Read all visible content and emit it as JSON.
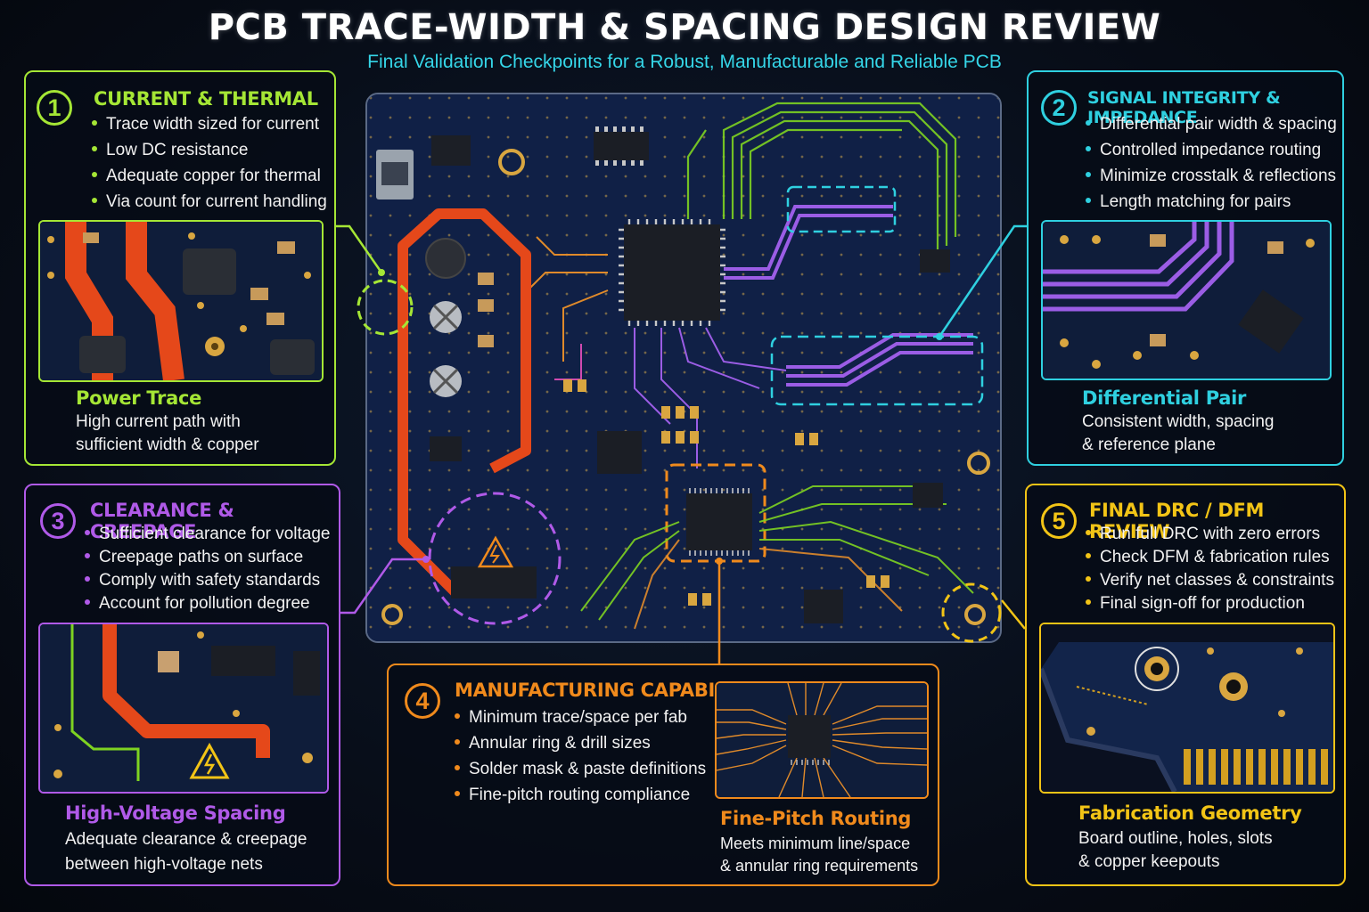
{
  "header": {
    "title": "PCB TRACE-WIDTH & SPACING DESIGN REVIEW",
    "subtitle": "Final Validation Checkpoints for a Robust, Manufacturable and Reliable PCB"
  },
  "colors": {
    "green": "#a5e635",
    "cyan": "#2fd0e0",
    "purple": "#b05ae8",
    "orange": "#f08a1c",
    "yellow": "#f2c416",
    "trace_red": "#e5481a",
    "board": "#102046"
  },
  "panels": {
    "current": {
      "number": "1",
      "title": "CURRENT & THERMAL",
      "bullets": [
        "Trace width sized for current",
        "Low DC resistance",
        "Adequate copper for thermal",
        "Via count for current handling"
      ],
      "caption_title": "Power Trace",
      "caption_lines": [
        "High current path with",
        "sufficient width & copper"
      ]
    },
    "signal": {
      "number": "2",
      "title": "SIGNAL INTEGRITY & IMPEDANCE",
      "bullets": [
        "Differential pair width & spacing",
        "Controlled impedance routing",
        "Minimize crosstalk & reflections",
        "Length matching for pairs"
      ],
      "caption_title": "Differential Pair",
      "caption_lines": [
        "Consistent width, spacing",
        "& reference plane"
      ]
    },
    "clearance": {
      "number": "3",
      "title": "CLEARANCE & CREEPAGE",
      "bullets": [
        "Sufficient clearance for voltage",
        "Creepage paths on surface",
        "Comply with safety standards",
        "Account for pollution degree"
      ],
      "caption_title": "High-Voltage Spacing",
      "caption_lines": [
        "Adequate clearance & creepage",
        "between high-voltage nets"
      ]
    },
    "manufacturing": {
      "number": "4",
      "title": "MANUFACTURING CAPABILITY",
      "bullets": [
        "Minimum trace/space per fab",
        "Annular ring & drill sizes",
        "Solder mask & paste definitions",
        "Fine-pitch routing compliance"
      ],
      "caption_title": "Fine-Pitch Routing",
      "caption_lines": [
        "Meets minimum line/space",
        "& annular ring requirements"
      ]
    },
    "drc": {
      "number": "5",
      "title": "FINAL DRC / DFM REVIEW",
      "bullets": [
        "Run full DRC with zero errors",
        "Check DFM & fabrication rules",
        "Verify net classes & constraints",
        "Final sign-off for production"
      ],
      "caption_title": "Fabrication Geometry",
      "caption_lines": [
        "Board outline, holes, slots",
        "& copper keepouts"
      ]
    }
  },
  "icons": [
    "high-voltage-warning-icon",
    "callout-circle"
  ]
}
